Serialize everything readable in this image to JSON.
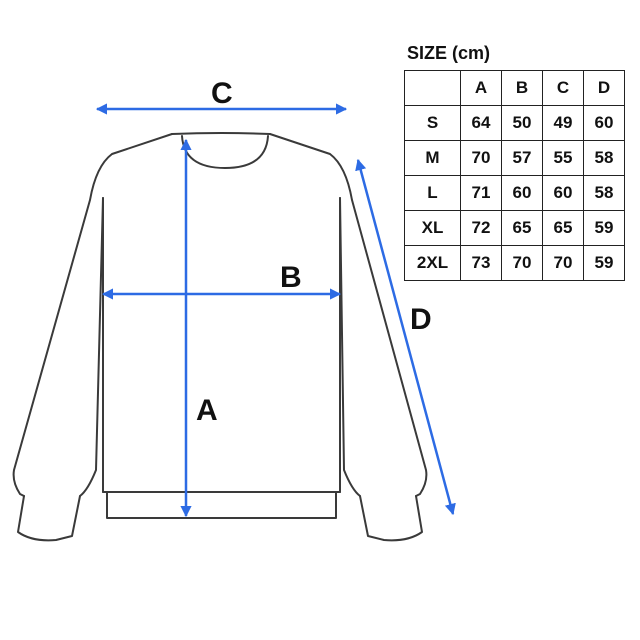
{
  "diagram": {
    "labels": {
      "a": "A",
      "b": "B",
      "c": "C",
      "d": "D"
    },
    "arrow_color": "#2d6be4",
    "outline_color": "#3a3a3a"
  },
  "size_table": {
    "title": "SIZE (cm)",
    "headers": [
      "",
      "A",
      "B",
      "C",
      "D"
    ],
    "rows": [
      [
        "S",
        "64",
        "50",
        "49",
        "60"
      ],
      [
        "M",
        "70",
        "57",
        "55",
        "58"
      ],
      [
        "L",
        "71",
        "60",
        "60",
        "58"
      ],
      [
        "XL",
        "72",
        "65",
        "65",
        "59"
      ],
      [
        "2XL",
        "73",
        "70",
        "70",
        "59"
      ]
    ]
  }
}
